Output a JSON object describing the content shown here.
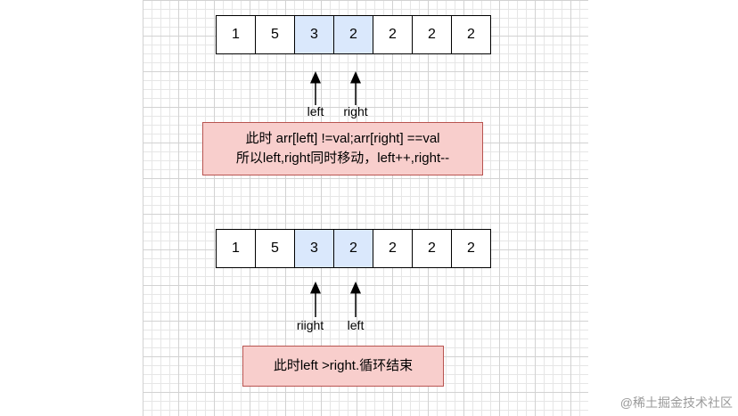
{
  "diagram": {
    "step1": {
      "cells": [
        "1",
        "5",
        "3",
        "2",
        "2",
        "2",
        "2"
      ],
      "highlighted": [
        2,
        3
      ],
      "pointer_left_label": "left",
      "pointer_right_label": "right",
      "note_line1": "此时 arr[left] !=val;arr[right] ==val",
      "note_line2": "所以left,right同时移动，left++,right--"
    },
    "step2": {
      "cells": [
        "1",
        "5",
        "3",
        "2",
        "2",
        "2",
        "2"
      ],
      "highlighted": [
        2,
        3
      ],
      "pointer_first_label": "riight",
      "pointer_second_label": "left",
      "note_line1": "此时left >right.循环结束"
    },
    "colors": {
      "highlight_cell": "#dae8fc",
      "note_fill": "#f8cecc",
      "note_border": "#b85450"
    }
  },
  "watermark": "@稀土掘金技术社区"
}
